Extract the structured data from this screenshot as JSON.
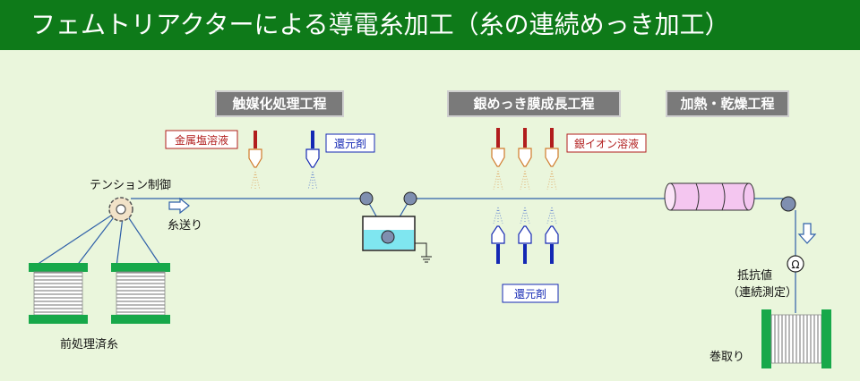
{
  "title": "フェムトリアクターによる導電糸加工（糸の連続めっき加工）",
  "steps": [
    {
      "label": "触媒化処理工程"
    },
    {
      "label": "銀めっき膜成長工程"
    },
    {
      "label": "加熱・乾燥工程"
    }
  ],
  "labels": {
    "metal_salt": "金属塩溶液",
    "reducer_1": "還元剤",
    "silver_ion": "銀イオン溶液",
    "reducer_2": "還元剤",
    "tension": "テンション制御",
    "feed": "糸送り",
    "pretreated": "前処理済糸",
    "resistance": "抵抗値",
    "resistance_sub": "（連続測定）",
    "winding": "巻取り",
    "ohm": "Ω"
  },
  "colors": {
    "title_bg": "#0e7a19",
    "background": "#eaf6dc",
    "step_box": "#7a7a7a",
    "metal_salt_tube": "#b11d1d",
    "reducer_tube": "#1428b4",
    "thread": "#2e5fa8",
    "spool_flange": "#17a84a",
    "heater": "#f4c6f0",
    "bath_liquid": "#7fe6f0"
  }
}
